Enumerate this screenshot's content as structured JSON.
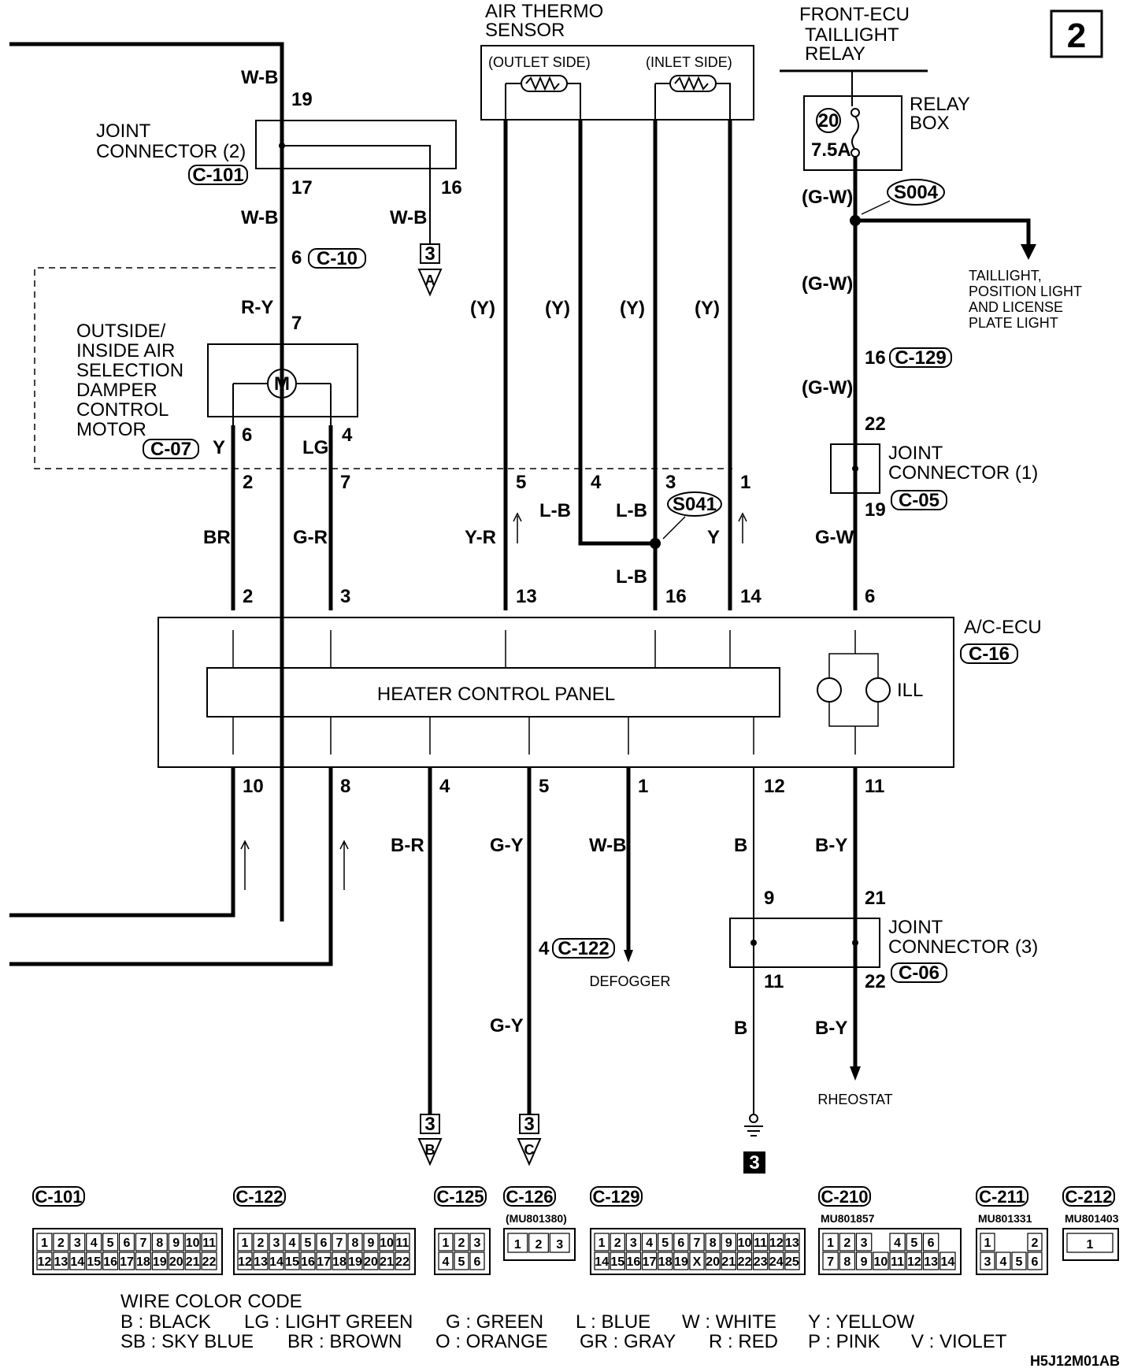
{
  "page_number": "2",
  "footer_code": "H5J12M01AB",
  "components": {
    "air_thermo": {
      "title1": "AIR THERMO",
      "title2": "SENSOR",
      "outlet": "(OUTLET SIDE)",
      "inlet": "(INLET SIDE)"
    },
    "front_ecu": {
      "title1": "FRONT-ECU",
      "title2": "TAILLIGHT",
      "title3": "RELAY"
    },
    "relay_box": {
      "title1": "RELAY",
      "title2": "BOX",
      "fuse_no": "20",
      "fuse_rating": "7.5A"
    },
    "joint_connector_2": {
      "title1": "JOINT",
      "title2": "CONNECTOR (2)",
      "code": "C-101"
    },
    "damper_motor": {
      "l1": "OUTSIDE/",
      "l2": "INSIDE AIR",
      "l3": "SELECTION",
      "l4": "DAMPER",
      "l5": "CONTROL",
      "l6": "MOTOR",
      "code": "C-07",
      "symbol": "M"
    },
    "joint_connector_1": {
      "title1": "JOINT",
      "title2": "CONNECTOR (1)",
      "code": "C-05"
    },
    "joint_connector_3": {
      "title1": "JOINT",
      "title2": "CONNECTOR (3)",
      "code": "C-06"
    },
    "ac_ecu": {
      "title": "A/C-ECU",
      "code": "C-16",
      "panel": "HEATER CONTROL PANEL",
      "ill": "ILL"
    },
    "splice_s004": "S004",
    "splice_s041": "S041",
    "connector_c10": "C-10",
    "connector_c122": "C-122",
    "connector_c129": "C-129"
  },
  "destinations": {
    "taillight": [
      "TAILLIGHT,",
      "POSITION LIGHT",
      "AND LICENSE",
      "PLATE LIGHT"
    ],
    "defogger": "DEFOGGER",
    "rheostat": "RHEOSTAT",
    "ref_3": "3",
    "ref_a": "A",
    "ref_b": "B",
    "ref_c": "C"
  },
  "wire_labels": {
    "wb": "W-B",
    "ry": "R-Y",
    "y": "Y",
    "lg": "LG",
    "br": "BR",
    "gr": "G-R",
    "yr": "Y-R",
    "lb": "L-B",
    "gw": "G-W",
    "gw_paren": "(G-W)",
    "y_paren": "(Y)",
    "brn": "B-R",
    "gy": "G-Y",
    "b": "B",
    "by": "B-Y"
  },
  "pins": {
    "p19": "19",
    "p17": "17",
    "p16": "16",
    "p6": "6",
    "p7": "7",
    "p4": "4",
    "p2": "2",
    "p3": "3",
    "p5": "5",
    "p1": "1",
    "p13": "13",
    "p14": "14",
    "p22": "22",
    "p10": "10",
    "p8": "8",
    "p12": "12",
    "p11": "11",
    "p9": "9",
    "p21": "21"
  },
  "connector_views": [
    {
      "code": "C-101",
      "part": "",
      "top": [
        "1",
        "2",
        "3",
        "4",
        "5",
        "6",
        "7",
        "8",
        "9",
        "10",
        "11"
      ],
      "bottom": [
        "12",
        "13",
        "14",
        "15",
        "16",
        "17",
        "18",
        "19",
        "20",
        "21",
        "22"
      ]
    },
    {
      "code": "C-122",
      "part": "",
      "top": [
        "1",
        "2",
        "3",
        "4",
        "5",
        "6",
        "7",
        "8",
        "9",
        "10",
        "11"
      ],
      "bottom": [
        "12",
        "13",
        "14",
        "15",
        "16",
        "17",
        "18",
        "19",
        "20",
        "21",
        "22"
      ]
    },
    {
      "code": "C-125",
      "part": "",
      "top": [
        "1",
        "2",
        "3"
      ],
      "bottom": [
        "4",
        "5",
        "6"
      ]
    },
    {
      "code": "C-126",
      "part": "(MU801380)",
      "top": [
        "1",
        "2",
        "3"
      ],
      "bottom": []
    },
    {
      "code": "C-129",
      "part": "",
      "top": [
        "1",
        "2",
        "3",
        "4",
        "5",
        "6",
        "7",
        "8",
        "9",
        "10",
        "11",
        "12",
        "13"
      ],
      "bottom": [
        "14",
        "15",
        "16",
        "17",
        "18",
        "19",
        "X",
        "20",
        "21",
        "22",
        "23",
        "24",
        "25"
      ]
    },
    {
      "code": "C-210",
      "part": "MU801857",
      "top": [
        "1",
        "2",
        "3",
        "",
        "4",
        "5",
        "6"
      ],
      "bottom": [
        "7",
        "8",
        "9",
        "10",
        "11",
        "12",
        "13",
        "14"
      ]
    },
    {
      "code": "C-211",
      "part": "MU801331",
      "top": [
        "1",
        "",
        "",
        "2"
      ],
      "bottom": [
        "3",
        "4",
        "5",
        "6"
      ]
    },
    {
      "code": "C-212",
      "part": "MU801403",
      "top": [
        "1"
      ],
      "bottom": []
    }
  ],
  "legend": {
    "title": "WIRE COLOR CODE",
    "row1": [
      "B : BLACK",
      "LG : LIGHT GREEN",
      "G : GREEN",
      "L : BLUE",
      "W : WHITE",
      "Y : YELLOW"
    ],
    "row2": [
      "SB : SKY BLUE",
      "BR : BROWN",
      "O : ORANGE",
      "GR : GRAY",
      "R : RED",
      "P : PINK",
      "V : VIOLET"
    ]
  }
}
